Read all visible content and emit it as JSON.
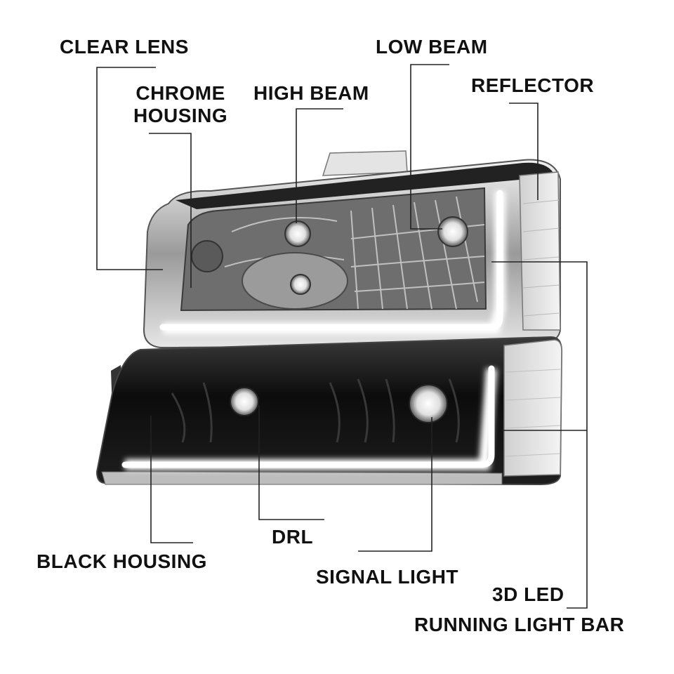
{
  "labels": {
    "clear_lens": "CLEAR LENS",
    "chrome_housing_1": "CHROME",
    "chrome_housing_2": "HOUSING",
    "high_beam": "HIGH BEAM",
    "low_beam": "LOW BEAM",
    "reflector": "REFLECTOR",
    "drl": "DRL",
    "black_housing": "BLACK HOUSING",
    "signal_light": "SIGNAL LIGHT",
    "led_bar_1": "3D LED",
    "led_bar_2": "RUNNING LIGHT BAR"
  },
  "colors": {
    "background": "#ffffff",
    "label_text": "#111111",
    "chrome": "#c8c8c8",
    "black_housing": "#111111",
    "led_glow": "#ffffff"
  }
}
